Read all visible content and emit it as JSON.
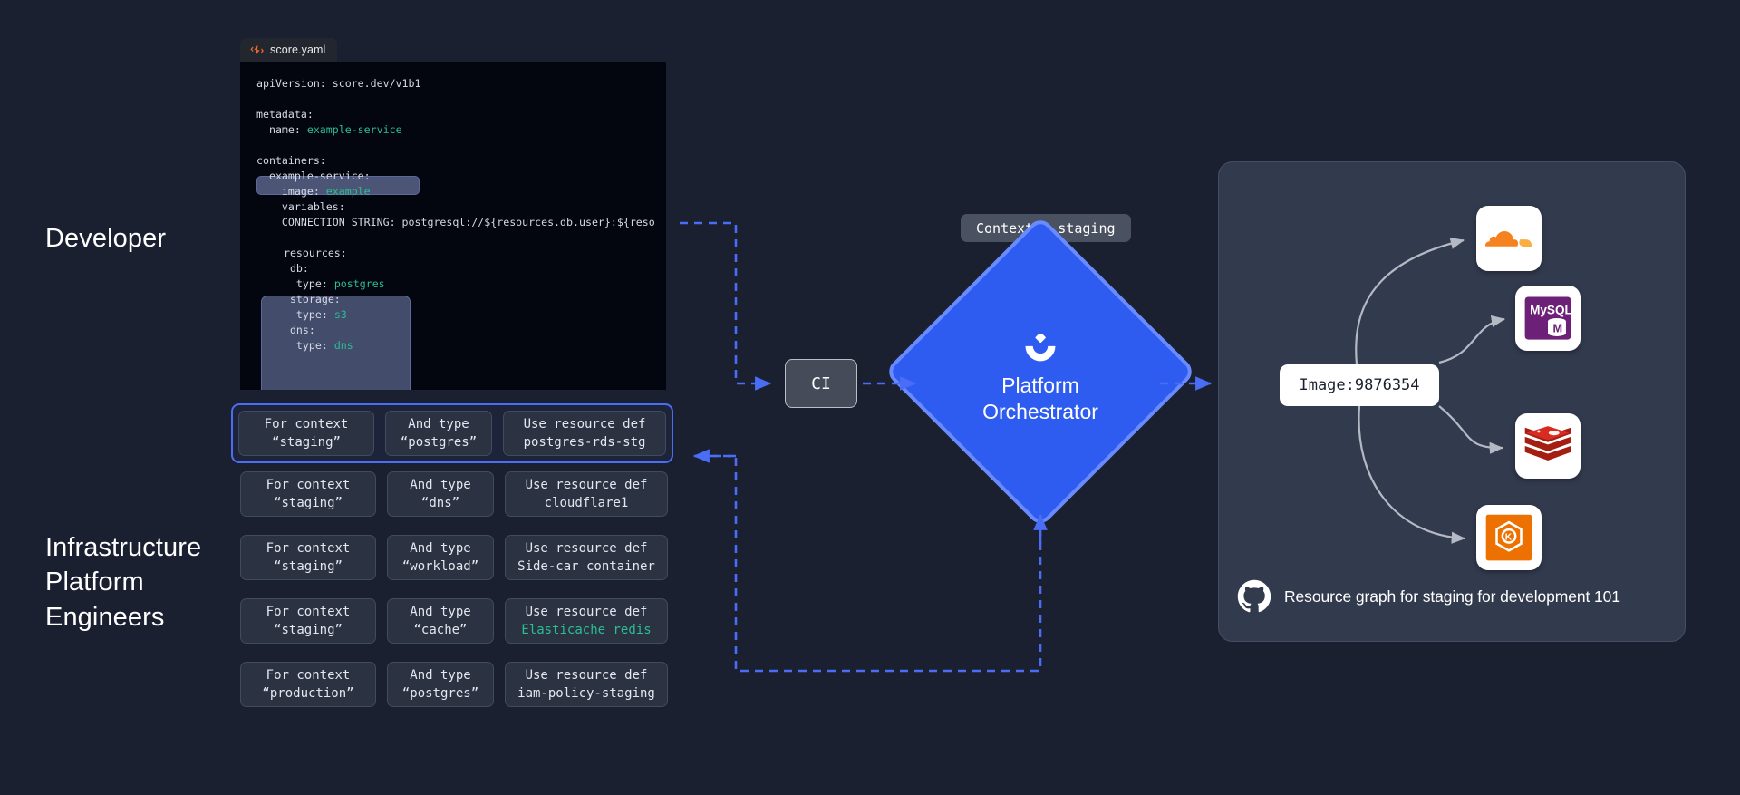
{
  "personas": {
    "developer": "Developer",
    "platform_engineers": "Infrastructure\nPlatform\nEngineers"
  },
  "editor": {
    "tab_label": "score.yaml",
    "tab_icon": "score-logo-icon",
    "lines": [
      {
        "text": "apiVersion: score.dev/v1b1"
      },
      {
        "text": ""
      },
      {
        "text": "metadata:"
      },
      {
        "text": "  name: ",
        "value": "example-service",
        "highlight": true
      },
      {
        "text": ""
      },
      {
        "text": "containers:"
      },
      {
        "text": "  example-service:"
      },
      {
        "text": "    image: ",
        "value": "example"
      },
      {
        "text": "    variables:"
      },
      {
        "text": "    CONNECTION_STRING: postgresql://${resources.db.user}:${reso"
      },
      {
        "text": ""
      },
      {
        "text": "  resources:",
        "boxed": true
      },
      {
        "text": "   db:",
        "boxed": true
      },
      {
        "text": "    type: ",
        "value": "postgres",
        "boxed": true
      },
      {
        "text": "   storage:",
        "boxed": true
      },
      {
        "text": "    type: ",
        "value": "s3",
        "boxed": true
      },
      {
        "text": "   dns:",
        "boxed": true
      },
      {
        "text": "    type: ",
        "value": "dns",
        "boxed": true
      }
    ]
  },
  "rules": {
    "column_prefixes": {
      "context": "For context",
      "type": "And type",
      "def": "Use resource def"
    },
    "rows": [
      {
        "context": "“staging”",
        "type": "“postgres”",
        "def": "postgres-rds-stg",
        "def_green": false,
        "active": true
      },
      {
        "context": "“staging”",
        "type": "“dns”",
        "def": "cloudflare1",
        "def_green": false,
        "active": false
      },
      {
        "context": "“staging”",
        "type": "“workload”",
        "def": "Side-car container",
        "def_green": false,
        "active": false
      },
      {
        "context": "“staging”",
        "type": "“cache”",
        "def": "Elasticache redis",
        "def_green": true,
        "active": false
      },
      {
        "context": "“production”",
        "type": "“postgres”",
        "def": "iam-policy-staging",
        "def_green": false,
        "active": false
      }
    ]
  },
  "pipeline": {
    "ci_label": "CI",
    "context_pill": "Context = staging",
    "orchestrator_line1": "Platform",
    "orchestrator_line2": "Orchestrator",
    "orchestrator_icon": "humanitec-logo-icon"
  },
  "graph": {
    "image_node_label": "Image:9876354",
    "caption": "Resource graph for staging for development 101",
    "caption_icon": "github-icon",
    "nodes": [
      {
        "name": "cloudflare-icon"
      },
      {
        "name": "mysql-icon"
      },
      {
        "name": "redis-icon"
      },
      {
        "name": "aws-eks-icon"
      }
    ]
  },
  "colors": {
    "background": "#1b2030",
    "accent_blue": "#2f5cf0",
    "accent_blue_light": "#6a8bff",
    "panel": "#323a4e",
    "code_bg": "#03050f",
    "value_green": "#2bbd94"
  }
}
